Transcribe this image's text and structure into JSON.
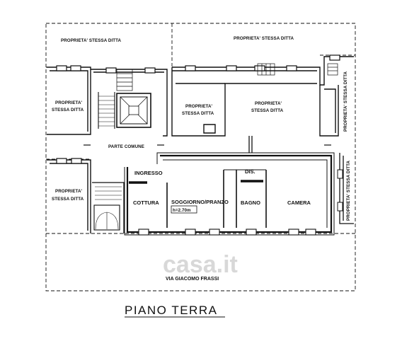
{
  "plan": {
    "title": "PIANO TERRA",
    "street": "VIA GIACOMO FRASSI",
    "watermark": "casa.it",
    "common_area": "PARTE COMUNE",
    "height_tag": "h=2.70m",
    "rooms": {
      "ingresso": "INGRESSO",
      "dis": "DIS.",
      "cottura": "COTTURA",
      "soggiorno": "SOGGIORNO/PRANZO",
      "bagno": "BAGNO",
      "camera": "CAMERA"
    },
    "neighbors": {
      "line1": "PROPRIETA'",
      "line2": "STESSA DITTA",
      "full": "PROPRIETA' STESSA DITTA"
    },
    "colors": {
      "ink": "#111111",
      "watermark": "#d8d8d8"
    }
  }
}
